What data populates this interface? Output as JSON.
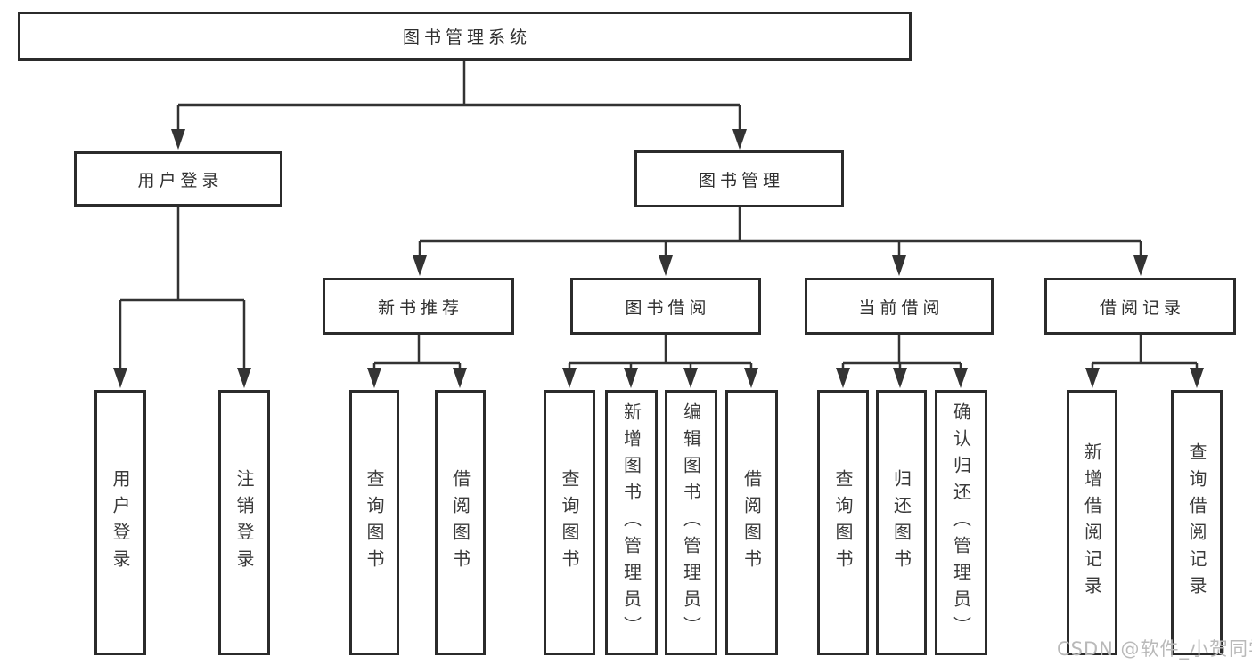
{
  "root": {
    "label": "图书管理系统"
  },
  "branches": {
    "user_login": {
      "label": "用户登录",
      "children": [
        {
          "label": "用户登录"
        },
        {
          "label": "注销登录"
        }
      ]
    },
    "book_mgmt": {
      "label": "图书管理",
      "children": [
        {
          "label": "新书推荐",
          "children": [
            {
              "label": "查询图书"
            },
            {
              "label": "借阅图书"
            }
          ]
        },
        {
          "label": "图书借阅",
          "children": [
            {
              "label": "查询图书"
            },
            {
              "label": "新增图书（管理员）"
            },
            {
              "label": "编辑图书（管理员）"
            },
            {
              "label": "借阅图书"
            }
          ]
        },
        {
          "label": "当前借阅",
          "children": [
            {
              "label": "查询图书"
            },
            {
              "label": "归还图书"
            },
            {
              "label": "确认归还（管理员）"
            }
          ]
        },
        {
          "label": "借阅记录",
          "children": [
            {
              "label": "新增借阅记录"
            },
            {
              "label": "查询借阅记录"
            }
          ]
        }
      ]
    }
  },
  "watermark": "CSDN @软件_小贺同学",
  "colors": {
    "background": "#ffffff",
    "box_border": "#2b2b2b",
    "connector_line": "#333333",
    "text": "#2f2f2f",
    "watermark_text": "#b9b9b9"
  }
}
